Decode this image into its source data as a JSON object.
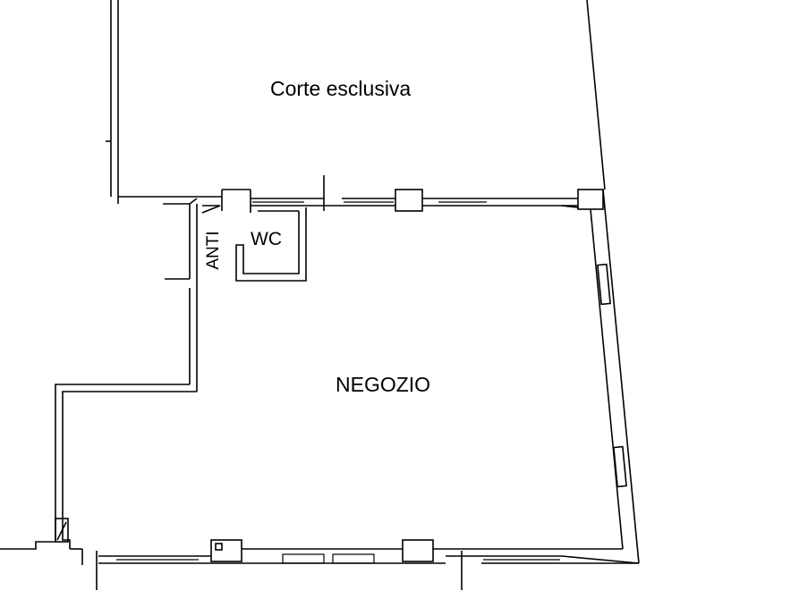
{
  "plan": {
    "rooms": {
      "courtyard": "Corte esclusiva",
      "shop": "NEGOZIO",
      "wc": "WC",
      "antechamber": "ANTI"
    }
  }
}
